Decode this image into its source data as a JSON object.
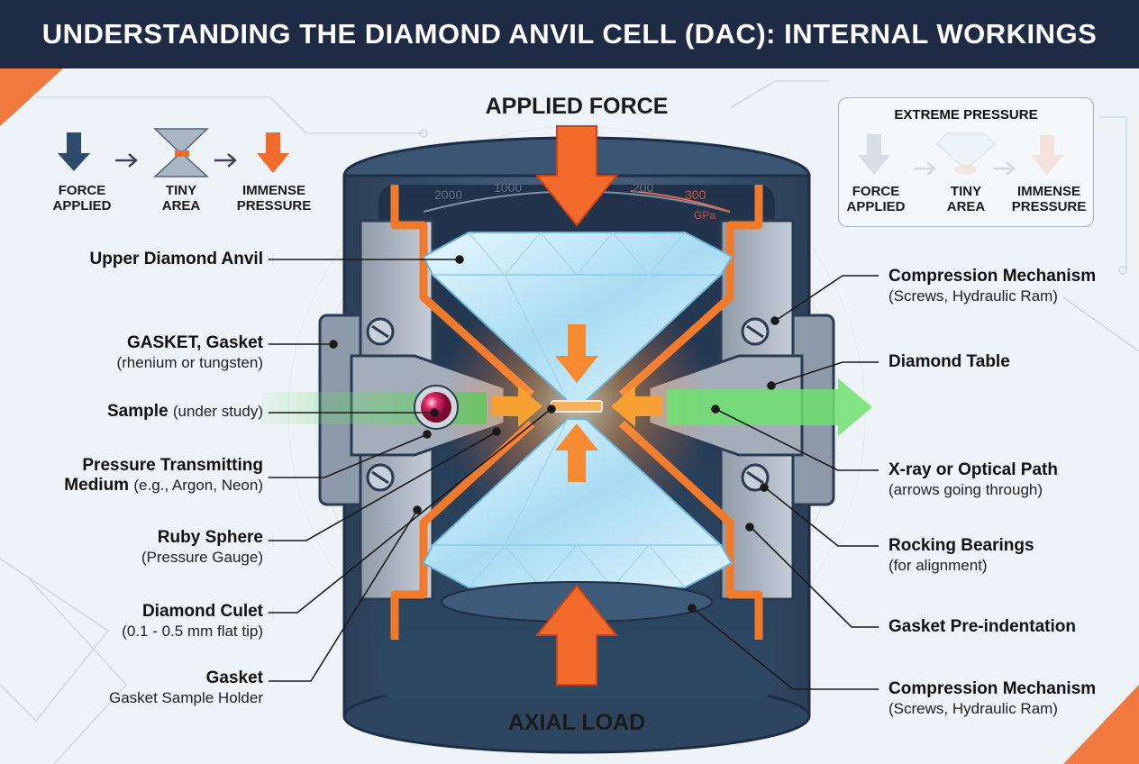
{
  "title": "UNDERSTANDING THE DIAMOND ANVIL CELL (DAC): INTERNAL WORKINGS",
  "top_label": "APPLIED FORCE",
  "bottom_label": "AXIAL LOAD",
  "left_flow": {
    "steps": [
      {
        "line1": "FORCE",
        "line2": "APPLIED"
      },
      {
        "line1": "TINY",
        "line2": "AREA"
      },
      {
        "line1": "IMMENSE",
        "line2": "PRESSURE"
      }
    ]
  },
  "right_panel": {
    "title": "EXTREME PRESSURE",
    "steps": [
      {
        "line1": "FORCE",
        "line2": "APPLIED"
      },
      {
        "line1": "TINY",
        "line2": "AREA"
      },
      {
        "line1": "IMMENSE",
        "line2": "PRESSURE"
      }
    ]
  },
  "gauge": {
    "ticks": [
      "2000",
      "1000",
      "200",
      "300"
    ],
    "unit": "GPa"
  },
  "left_labels": [
    {
      "title": "Upper Diamond Anvil",
      "sub": ""
    },
    {
      "title": "GASKET, Gasket",
      "sub": "(rhenium or tungsten)"
    },
    {
      "title": "Sample",
      "sub": "(under study)"
    },
    {
      "title": "Pressure Transmitting",
      "title2": "Medium",
      "sub": "(e.g., Argon, Neon)"
    },
    {
      "title": "Ruby Sphere",
      "sub": "(Pressure Gauge)"
    },
    {
      "title": "Diamond Culet",
      "sub": "(0.1 - 0.5 mm flat tip)"
    },
    {
      "title": "Gasket",
      "sub": "Gasket Sample Holder"
    }
  ],
  "right_labels": [
    {
      "title": "Compression Mechanism",
      "sub": "(Screws, Hydraulic Ram)"
    },
    {
      "title": "Diamond Table",
      "sub": ""
    },
    {
      "title": "X-ray or Optical Path",
      "sub": "(arrows going through)"
    },
    {
      "title": "Rocking Bearings",
      "sub": "(for alignment)"
    },
    {
      "title": "Gasket Pre-indentation",
      "sub": ""
    },
    {
      "title": "Compression Mechanism",
      "sub": "(Screws, Hydraulic Ram)"
    }
  ],
  "colors": {
    "title_bg": "#1f2b45",
    "frame": "#2e4560",
    "orange": "#f07a2a",
    "diamond": "#bfe6f7",
    "beam": "#5cd65c",
    "ruby": "#d11a55"
  }
}
